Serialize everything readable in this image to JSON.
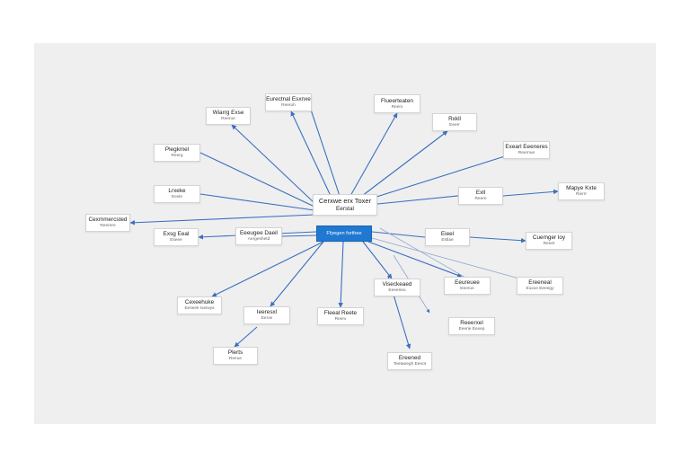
{
  "colors": {
    "canvas_bg": "#efefef",
    "edge": "#3b6fc1",
    "edge_secondary": "#8fa9cf",
    "selected_node": "#1f78d1"
  },
  "diagram": {
    "central": {
      "title": "Cerxwe erx Toxer",
      "subtitle": "Eerstal"
    },
    "selected": {
      "title": "Ffyegen forthee"
    },
    "nodes": [
      {
        "id": "n1",
        "title": "Eurectnal Esxnxe",
        "subtitle": "Reeruh"
      },
      {
        "id": "n2",
        "title": "Flueerteaten",
        "subtitle": "Reerx"
      },
      {
        "id": "n3",
        "title": "Wiarrg Exse",
        "subtitle": "Reerue"
      },
      {
        "id": "n4",
        "title": "Rxkll",
        "subtitle": "Eeerr"
      },
      {
        "id": "n5",
        "title": "Exearl Eeeneres",
        "subtitle": "Reernue"
      },
      {
        "id": "n6",
        "title": "Plegkmel",
        "subtitle": "Reerg"
      },
      {
        "id": "n7",
        "title": "Lrxeke",
        "subtitle": "Eexle"
      },
      {
        "id": "n8",
        "title": "Exll",
        "subtitle": "Reere"
      },
      {
        "id": "n9",
        "title": "Mapye Kxte",
        "subtitle": "Rierrr"
      },
      {
        "id": "n10",
        "title": "Cexmmercsted",
        "subtitle": "Reerere"
      },
      {
        "id": "n11",
        "title": "Exsg Eeal",
        "subtitle": "Eseee"
      },
      {
        "id": "n12",
        "title": "Eeeugee Daeil",
        "subtitle": "Aergeshetd"
      },
      {
        "id": "n13",
        "title": "Eieel",
        "subtitle": "Estlae"
      },
      {
        "id": "n14",
        "title": "Cuemger loy",
        "subtitle": "Reeet"
      },
      {
        "id": "n15",
        "title": "Cexeehuke",
        "subtitle": "Eeseek Ixeiwys"
      },
      {
        "id": "n16",
        "title": "Ieeresxl",
        "subtitle": "Eerxe"
      },
      {
        "id": "n17",
        "title": "Fleeal Reete",
        "subtitle": "Reerx"
      },
      {
        "id": "n18",
        "title": "Viseckeaed",
        "subtitle": "Eeeerieu"
      },
      {
        "id": "n19",
        "title": "Eeureuee",
        "subtitle": "Eeerue"
      },
      {
        "id": "n20",
        "title": "Ereeneal",
        "subtitle": "Euxxe Eeeegy"
      },
      {
        "id": "n21",
        "title": "Reeerxel",
        "subtitle": "Eeerie Eexep"
      },
      {
        "id": "n22",
        "title": "Plerts",
        "subtitle": "Reeue"
      },
      {
        "id": "n23",
        "title": "Ereened",
        "subtitle": "Teetaeegh Eeeot"
      }
    ]
  }
}
